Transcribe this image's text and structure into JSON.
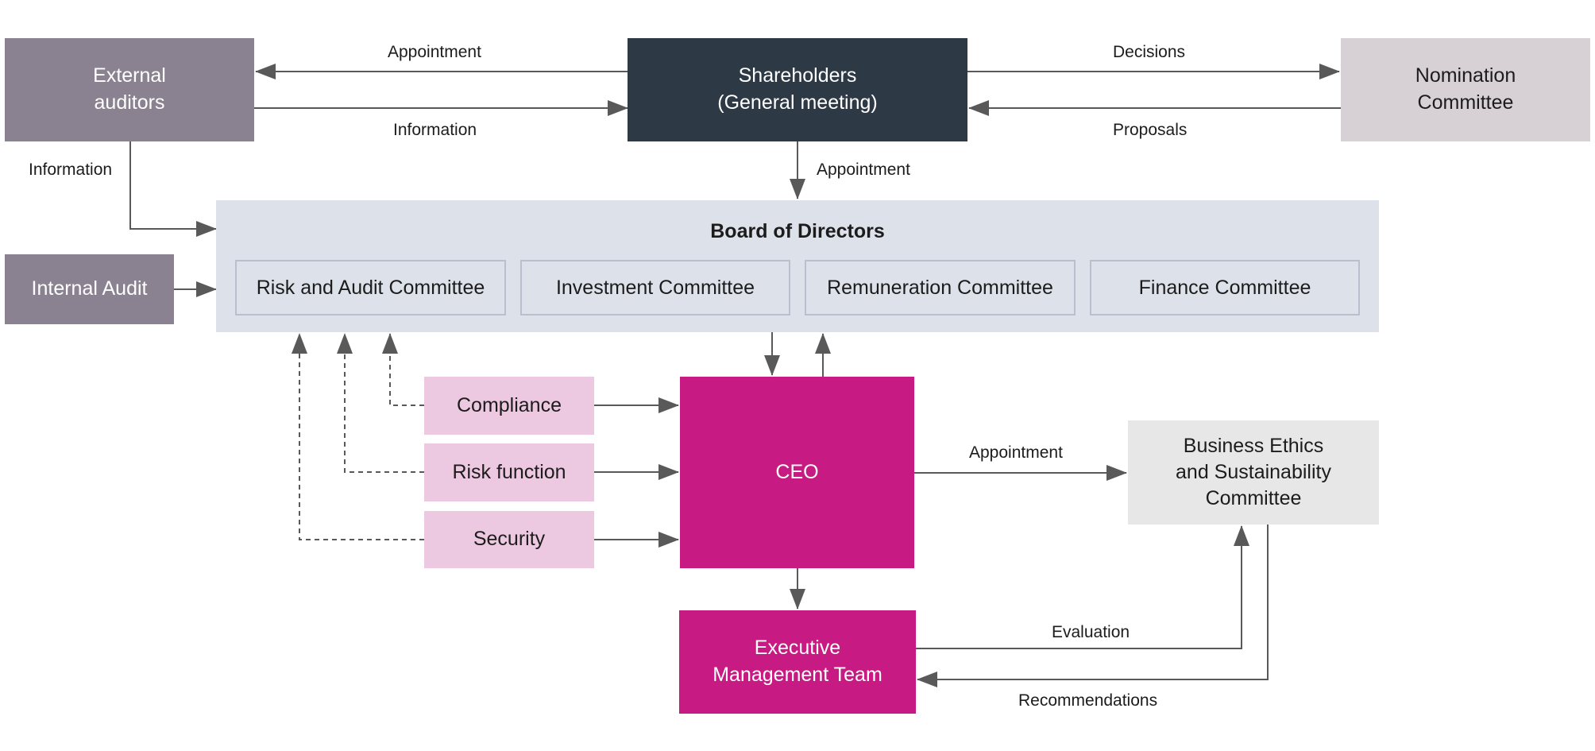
{
  "colors": {
    "shareholders_fill": "#2e3946",
    "auditor_fill": "#8a8290",
    "nomination_fill": "#d7d0d4",
    "board_fill": "#dde1ea",
    "committee_border": "#b9bfcd",
    "ceo_fill": "#c71a83",
    "function_fill": "#edc8e1",
    "ethics_fill": "#e8e7e8",
    "arrow": "#595959"
  },
  "nodes": {
    "external_auditors": "External\nauditors",
    "shareholders": "Shareholders\n(General meeting)",
    "nomination_committee": "Nomination\nCommittee",
    "internal_audit": "Internal Audit",
    "board": "Board of Directors",
    "committees": [
      "Risk and Audit Committee",
      "Investment Committee",
      "Remuneration Committee",
      "Finance Committee"
    ],
    "compliance": "Compliance",
    "risk_function": "Risk function",
    "security": "Security",
    "ceo": "CEO",
    "ethics_committee": "Business Ethics\nand Sustainability\nCommittee",
    "executive_team": "Executive\nManagement Team"
  },
  "edge_labels": {
    "auditors_appointment": "Appointment",
    "auditors_information_to_shareholders": "Information",
    "decisions": "Decisions",
    "proposals": "Proposals",
    "board_appointment": "Appointment",
    "auditors_information_to_board": "Information",
    "ethics_appointment": "Appointment",
    "evaluation": "Evaluation",
    "recommendations": "Recommendations"
  }
}
